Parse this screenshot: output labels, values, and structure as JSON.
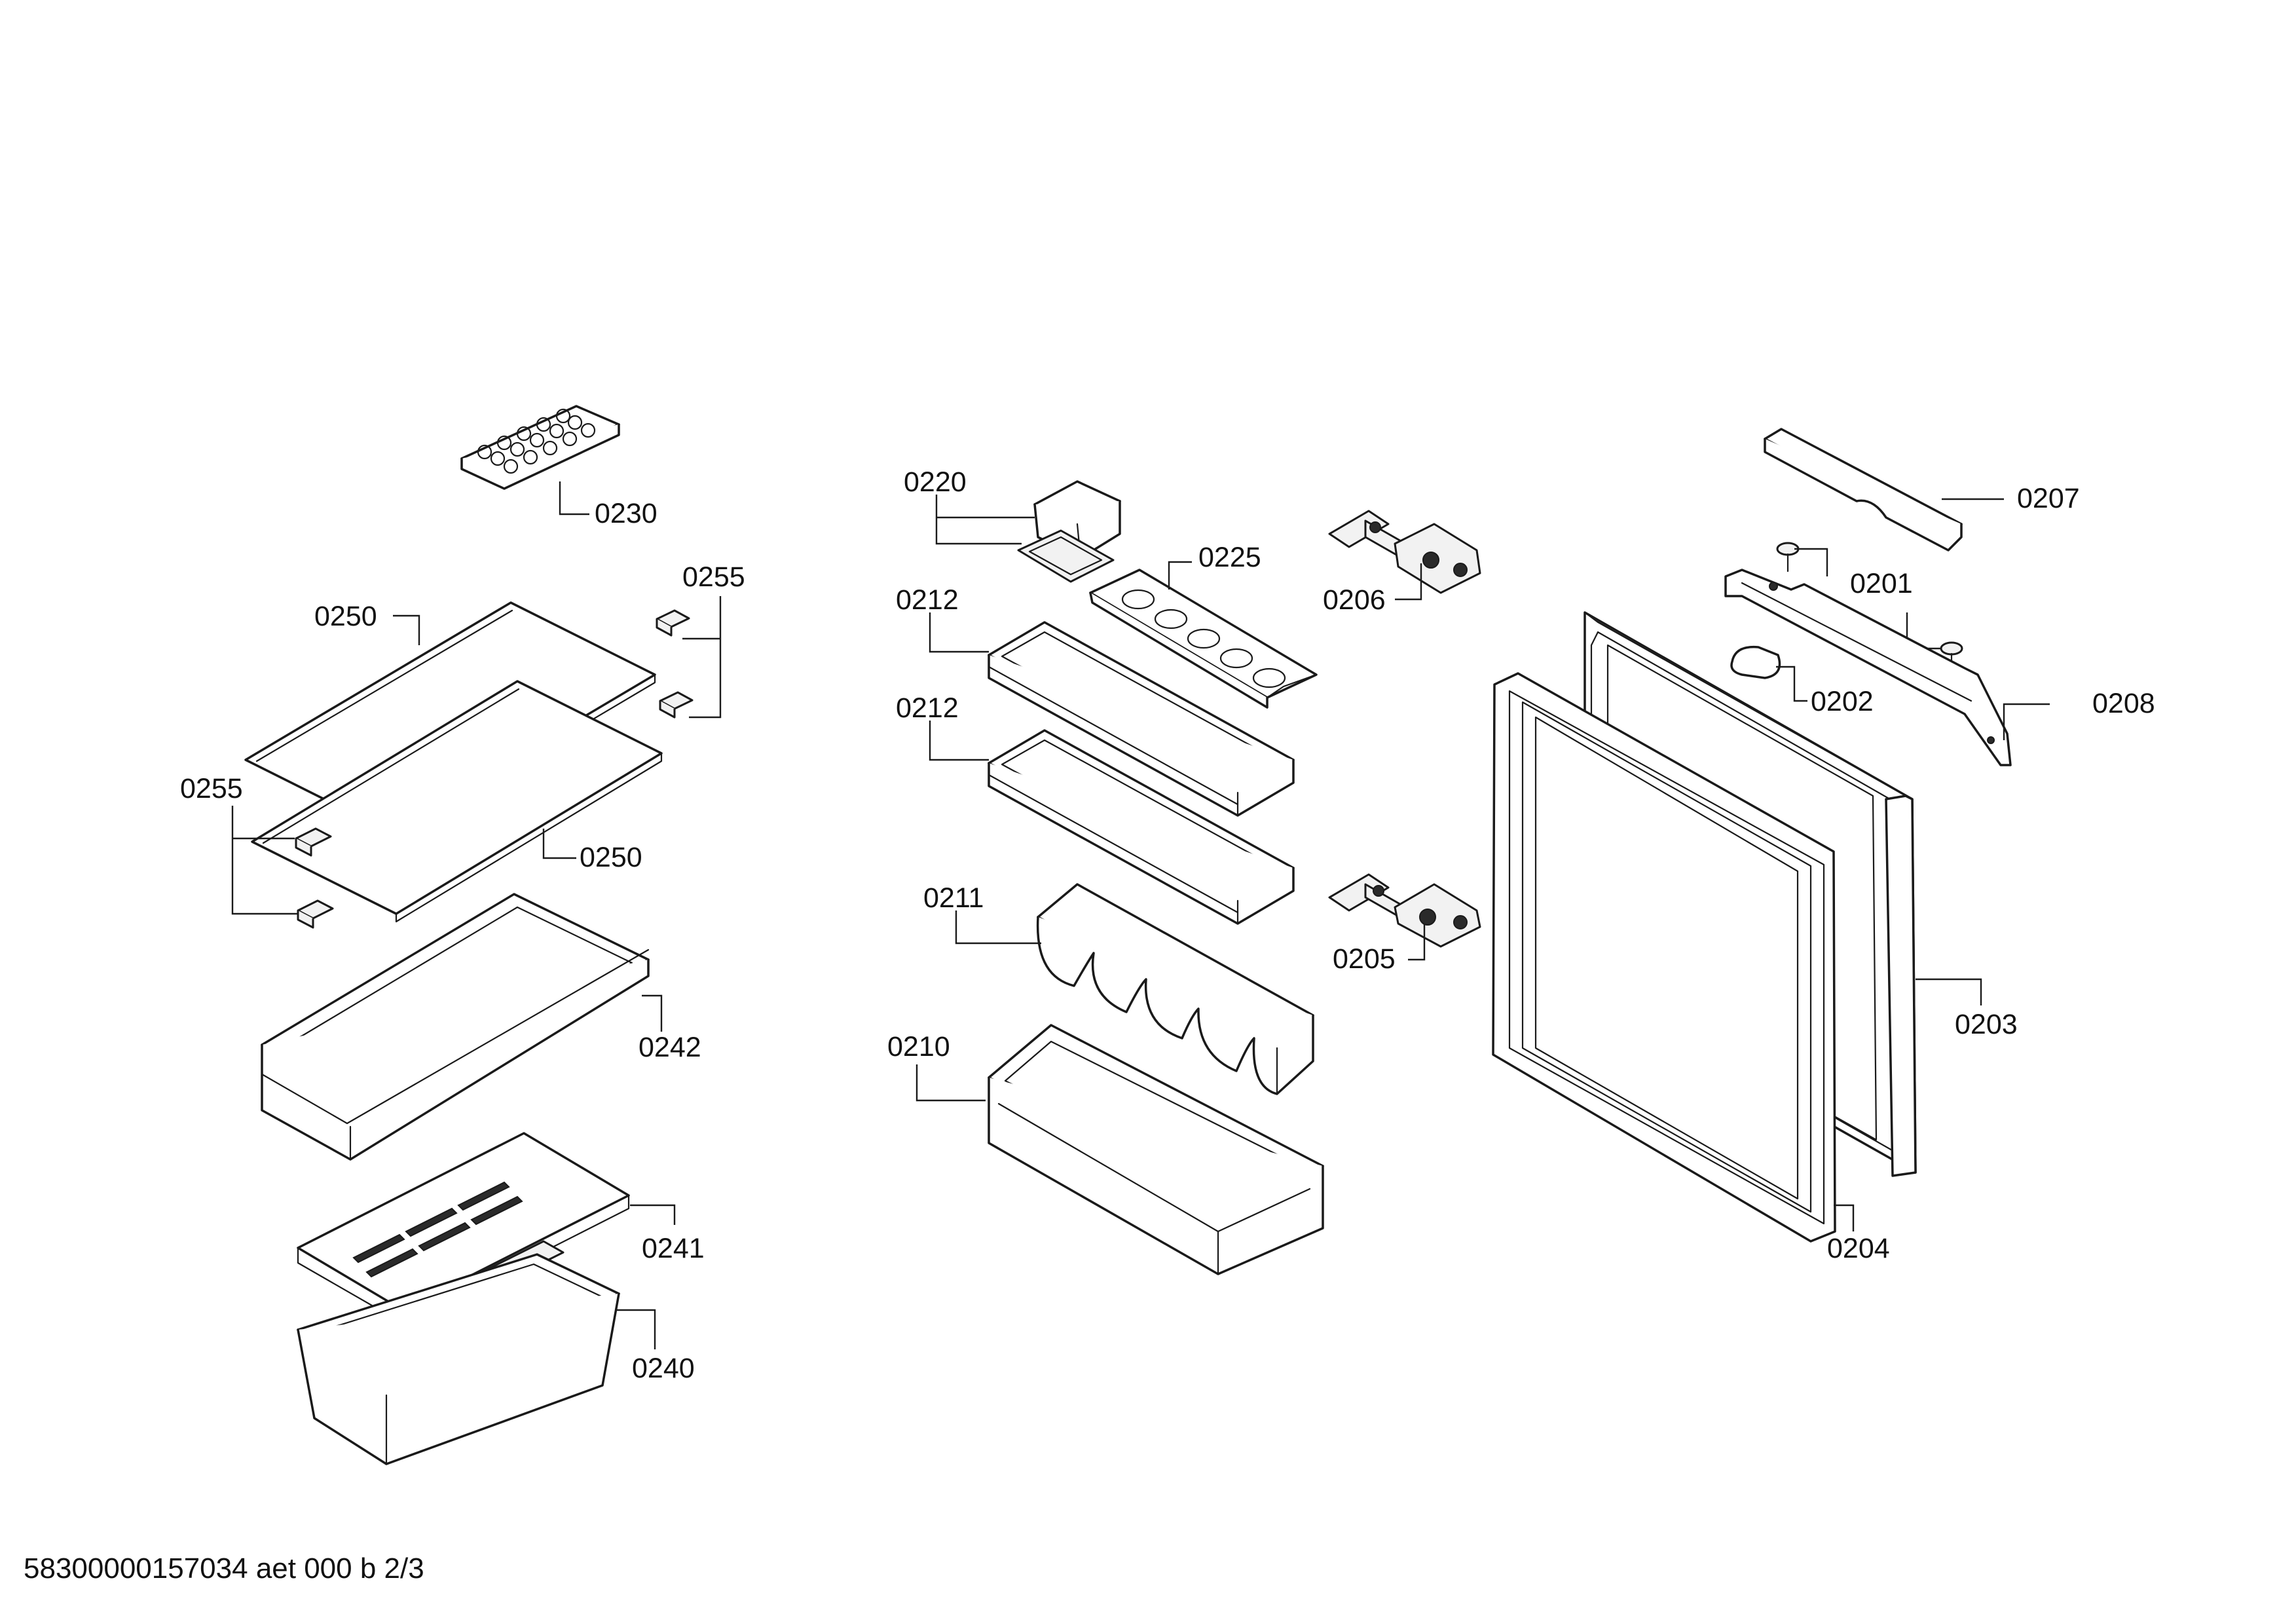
{
  "footer": {
    "document_code": "58300000157034 aet 000 b 2/3"
  },
  "callouts": {
    "c0230": "0230",
    "c0255a": "0255",
    "c0250a": "0250",
    "c0255b": "0255",
    "c0250b": "0250",
    "c0242": "0242",
    "c0241": "0241",
    "c0240": "0240",
    "c0220": "0220",
    "c0225": "0225",
    "c0212a": "0212",
    "c0212b": "0212",
    "c0211": "0211",
    "c0210": "0210",
    "c0206": "0206",
    "c0205": "0205",
    "c0207": "0207",
    "c0201": "0201",
    "c0202": "0202",
    "c0208": "0208",
    "c0203": "0203",
    "c0204": "0204"
  }
}
